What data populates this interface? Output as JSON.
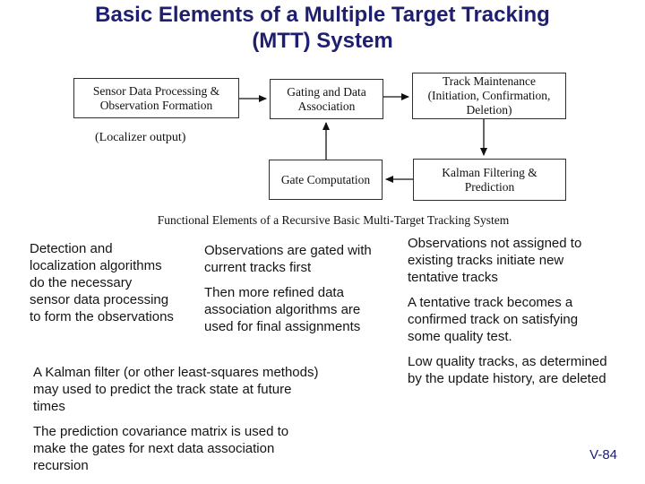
{
  "slide": {
    "title_line1": "Basic Elements of a Multiple Target Tracking",
    "title_line2": "(MTT) System",
    "page_number": "V-84"
  },
  "colors": {
    "title_navy": "#1f1f70",
    "body_text": "#141414",
    "box_border": "#2e2e2e",
    "background": "#ffffff"
  },
  "diagram": {
    "boxes": {
      "sensor": "Sensor Data Processing &\nObservation Formation",
      "gating": "Gating and Data\nAssociation",
      "track_maintenance": "Track Maintenance\n(Initiation, Confirmation,\nDeletion)",
      "gate_computation": "Gate Computation",
      "kalman": "Kalman Filtering &\nPrediction"
    },
    "localizer_note": "(Localizer output)",
    "caption": "Functional Elements of a Recursive Basic Multi-Target Tracking System",
    "arrow_flow": [
      "sensor -> gating",
      "gating -> track_maintenance",
      "track_maintenance -> kalman",
      "kalman -> gate_computation",
      "gate_computation -> gating"
    ]
  },
  "notes": {
    "col1": [
      "Detection and\nlocalization algorithms\ndo the necessary\nsensor data processing\nto form the observations"
    ],
    "col2": [
      "Observations are gated with\ncurrent tracks first",
      "Then more refined data\nassociation algorithms are\nused for final assignments"
    ],
    "col3": [
      "Observations not assigned to\nexisting tracks initiate new\ntentative tracks",
      "A tentative track becomes a\nconfirmed track on satisfying\nsome quality test.",
      "Low quality tracks, as determined\nby the update history, are deleted"
    ],
    "bottom": [
      "A Kalman filter (or other least-squares methods)\nmay used to predict the track state at future\ntimes",
      "The prediction covariance matrix is used to\nmake the gates for next data association\nrecursion"
    ]
  }
}
